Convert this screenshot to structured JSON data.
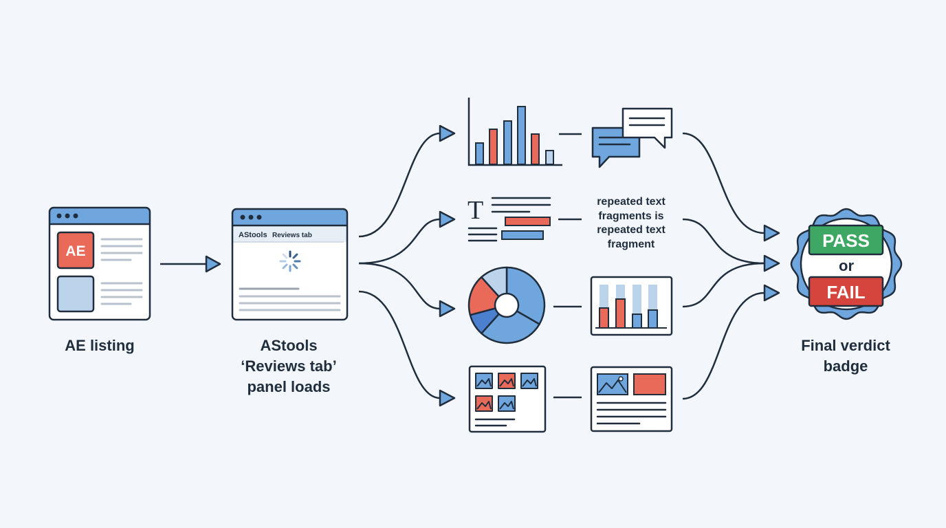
{
  "colors": {
    "stroke": "#1f2d3d",
    "blue": "#6fa6de",
    "blue_light": "#bcd3ec",
    "blue_dark": "#4a80cf",
    "red": "#ea6a5a",
    "green": "#3fa764",
    "fail_red": "#d6453d"
  },
  "labels": {
    "ae_listing": "AE listing",
    "astools_line1": "AStools",
    "astools_line2": "‘Reviews tab’",
    "astools_line3": "panel loads",
    "repeated_line1": "repeated text",
    "repeated_line2": "fragments is",
    "repeated_line3": "repeated text",
    "repeated_line4": "fragment",
    "verdict_line1": "Final verdict",
    "verdict_line2": "badge"
  },
  "ae_window": {
    "logo_text": "AE"
  },
  "astools_window": {
    "tab_brand": "AStools",
    "tab_name": "Reviews tab"
  },
  "badge": {
    "pass": "PASS",
    "or": "or",
    "fail": "FAIL"
  },
  "icons": {
    "bar_chart": "bar-chart-icon",
    "chat": "chat-bubbles-icon",
    "text_doc": "text-document-icon",
    "pie": "pie-chart-icon",
    "small_bar": "small-bar-chart-icon",
    "image_grid": "image-grid-icon",
    "image_layout": "image-layout-icon",
    "spinner": "loading-spinner-icon"
  }
}
